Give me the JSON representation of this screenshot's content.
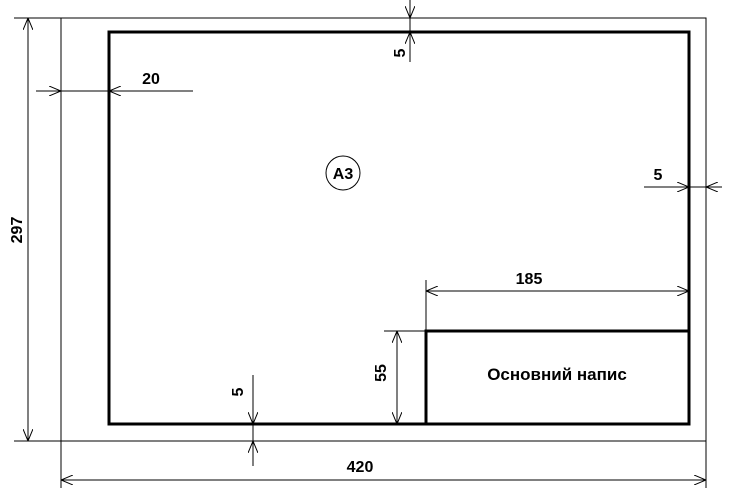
{
  "sheet": {
    "format_label": "А3",
    "title_block_label": "Основний напис"
  },
  "dimensions": {
    "sheet_width": "420",
    "sheet_height": "297",
    "left_margin": "20",
    "top_margin": "5",
    "right_margin": "5",
    "bottom_margin": "5",
    "title_block_width": "185",
    "title_block_height": "55"
  }
}
